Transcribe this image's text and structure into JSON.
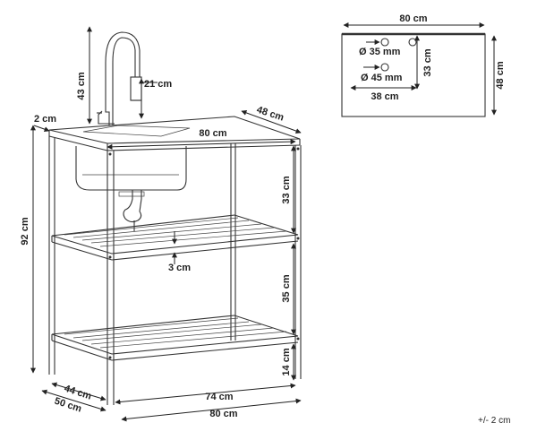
{
  "dimensions": {
    "faucet_height": "43 cm",
    "faucet_spout": "21 cm",
    "counter_overhang": "2 cm",
    "unit_depth_top": "48 cm",
    "width_top": "80 cm",
    "total_height": "92 cm",
    "sink_to_shelf": "33 cm",
    "shelf_thickness": "3 cm",
    "shelf_gap": "35 cm",
    "bottom_clearance": "14 cm",
    "frame_depth": "44 cm",
    "overall_depth": "50 cm",
    "frame_width": "74 cm",
    "overall_width": "80 cm"
  },
  "top_view": {
    "width": "80 cm",
    "depth": "48 cm",
    "hole_small": "Ø 35 mm",
    "hole_large": "Ø 45 mm",
    "hole_offset_depth": "33 cm",
    "hole_offset_width": "38 cm"
  },
  "tolerance": "+/- 2 cm"
}
